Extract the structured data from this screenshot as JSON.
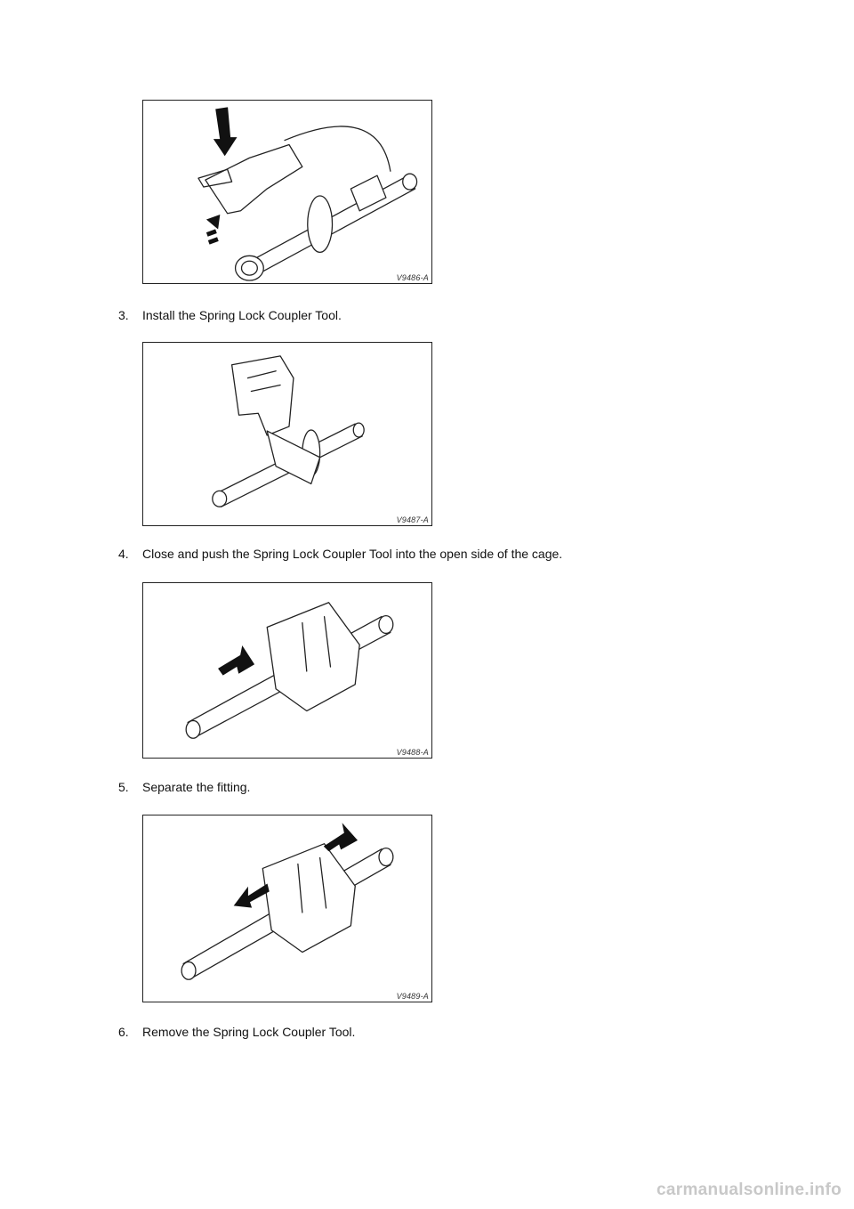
{
  "figures": [
    {
      "code": "V9486-A"
    },
    {
      "code": "V9487-A"
    },
    {
      "code": "V9488-A"
    },
    {
      "code": "V9489-A"
    }
  ],
  "steps": [
    {
      "number": "3.",
      "text": "Install the Spring Lock Coupler Tool."
    },
    {
      "number": "4.",
      "text": "Close and push the Spring Lock Coupler Tool into the open side of the cage."
    },
    {
      "number": "5.",
      "text": "Separate the fitting."
    },
    {
      "number": "6.",
      "text": "Remove the Spring Lock Coupler Tool."
    }
  ],
  "footer": {
    "watermark": "carmanualsonline.info"
  }
}
